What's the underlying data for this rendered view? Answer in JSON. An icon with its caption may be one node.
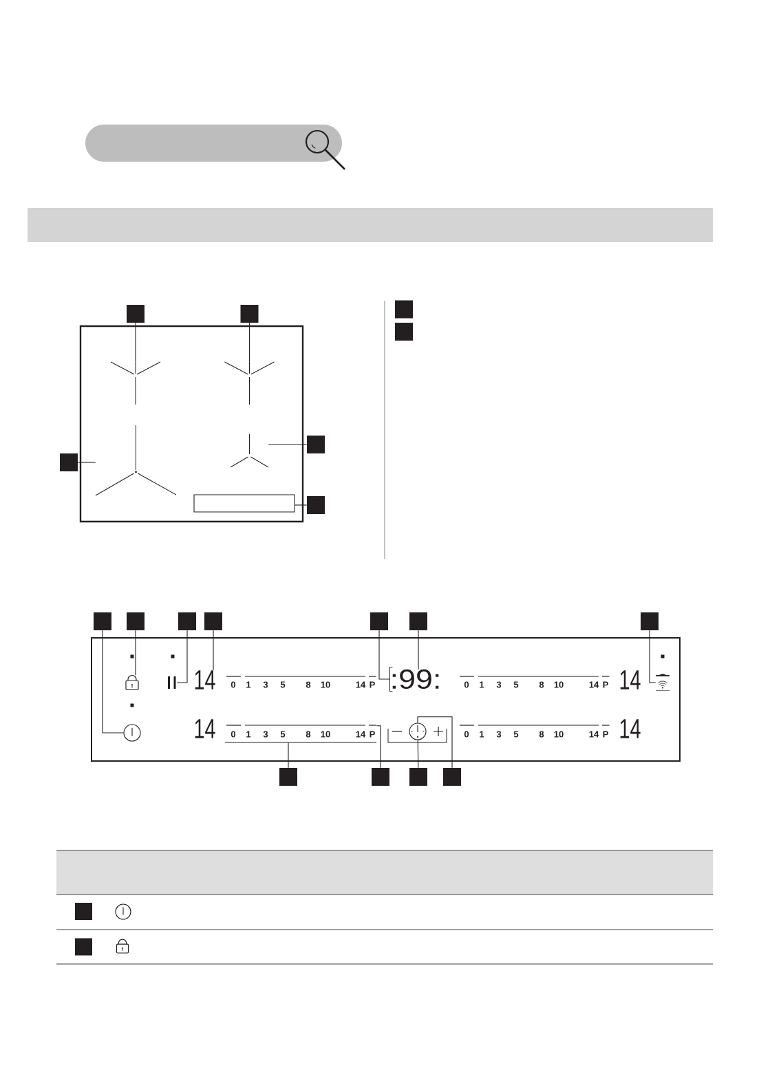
{
  "diagram": {
    "nodes": [
      {
        "text": [],
        "shape": "box"
      },
      {
        "text": [],
        "shape": "box"
      },
      {
        "text": [],
        "shape": "box"
      },
      {
        "text": [],
        "shape": "picture",
        "in": 2
      },
      {
        "text": [],
        "shape": "picture",
        "in": 2
      },
      {
        "text": [],
        "shape": "box"
      },
      {
        "text": [],
        "shape": "box"
      },
      {
        "text": [],
        "shape": "picture",
        "in": 2
      },
      {
        "text": [],
        "shape": "picture",
        "in": 2
      },
      {
        "text": [],
        "shape": "box",
        "in": 2
      },
      {
        "text": [],
        "shape": "box"
      },
      {
        "text": [],
        "shape": "box"
      },
      {
        "text": [],
        "shape": "box"
      },
      {
        "text": [],
        "shape": "box"
      },
      {
        "text": [],
        "shape": "box"
      },
      {
        "text": [],
        "shape": "box"
      },
      {
        "text": [],
        "shape": "box"
      },
      {
        "text": [],
        "shape": "box"
      },
      {
        "text": [],
        "shape": "box"
      },
      {
        "text": [],
        "shape": "box"
      },
      {
        "text": [],
        "shape": "box"
      },
      {
        "text": [],
        "shape": "picture",
        "in": 20
      },
      {
        "text": [],
        "shape": "picture",
        "in": 20
      },
      {
        "text": [
          "14"
        ],
        "in": 20
      },
      {
        "text": [
          "0",
          "1",
          "3",
          "5",
          "8",
          "10",
          "14",
          "P"
        ],
        "in": 20
      },
      {
        "text": [
          ":99:"
        ],
        "in": 20
      },
      {
        "text": [
          "0",
          "1",
          "3",
          "5",
          "8",
          "10",
          "14",
          "P"
        ],
        "in": 20
      },
      {
        "text": [
          "14"
        ],
        "in": 20
      },
      {
        "text": [],
        "shape": "picture",
        "in": 20
      },
      {
        "text": [],
        "shape": "circle",
        "in": 20
      },
      {
        "text": [
          "14"
        ],
        "in": 20
      },
      {
        "text": [
          "0",
          "1",
          "3",
          "5",
          "8",
          "10",
          "14",
          "P"
        ],
        "in": 20
      },
      {
        "text": [],
        "shape": "circle",
        "in": 20
      },
      {
        "text": [
          "0",
          "1",
          "3",
          "5",
          "8",
          "10",
          "14",
          "P"
        ],
        "in": 20
      },
      {
        "text": [
          "14"
        ],
        "in": 20
      },
      {
        "text": [],
        "shape": "box"
      },
      {
        "text": [],
        "shape": "box"
      },
      {
        "text": [],
        "shape": "box"
      },
      {
        "text": [],
        "shape": "box"
      },
      {
        "text": [],
        "shape": "box"
      },
      {
        "text": [],
        "shape": "box"
      }
    ],
    "edges": [
      {
        "from": 0,
        "to": 3,
        "arrow": "none"
      },
      {
        "from": 1,
        "to": 4,
        "arrow": "none"
      },
      {
        "from": 5,
        "to": 8,
        "arrow": "none"
      },
      {
        "from": 6,
        "to": 7,
        "arrow": "none"
      },
      {
        "from": 10,
        "to": 9,
        "arrow": "none"
      },
      {
        "from": 13,
        "to": 29,
        "arrow": "none"
      },
      {
        "from": 14,
        "to": 21,
        "arrow": "none"
      },
      {
        "from": 15,
        "to": 22,
        "arrow": "none"
      },
      {
        "from": 16,
        "to": 23,
        "arrow": "none"
      },
      {
        "from": 17,
        "to": 25,
        "arrow": "none"
      },
      {
        "from": 18,
        "to": 25,
        "arrow": "none"
      },
      {
        "from": 19,
        "to": 28,
        "arrow": "none"
      },
      {
        "from": 35,
        "to": 31,
        "arrow": "none"
      },
      {
        "from": 36,
        "to": 31,
        "arrow": "none"
      },
      {
        "from": 37,
        "to": 32,
        "arrow": "none"
      },
      {
        "from": 38,
        "to": 32,
        "arrow": "none"
      }
    ]
  }
}
